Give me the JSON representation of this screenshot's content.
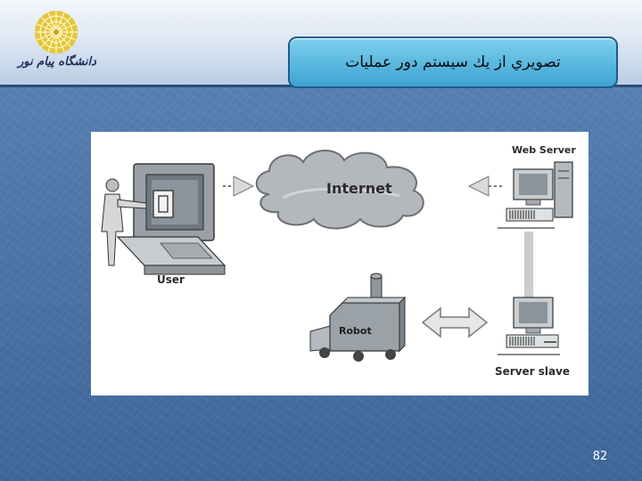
{
  "slide": {
    "title": "تصويري از يك سيستم دور عمليات",
    "page_number": "82",
    "logo_text": "دانشگاه پیام نور"
  },
  "diagram": {
    "labels": {
      "internet": "Internet",
      "web_server": "Web Server",
      "user": "User",
      "robot": "Robot",
      "server_slave": "Server slave"
    }
  },
  "colors": {
    "background": "#4a73a6",
    "title_box": "#59b7df",
    "header_band": "#dfe8f4",
    "logo": "#e3c63a"
  }
}
